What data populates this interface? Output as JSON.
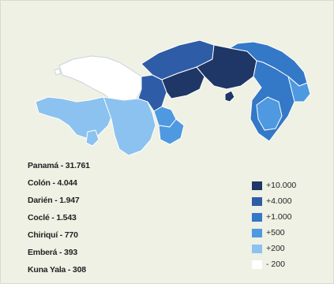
{
  "region_stats": [
    {
      "label": "Panamá - 31.761"
    },
    {
      "label": "Colón - 4.044"
    },
    {
      "label": "Darién - 1.947"
    },
    {
      "label": "Coclé - 1.543"
    },
    {
      "label": "Chiriquí - 770"
    },
    {
      "label": "Emberá - 393"
    },
    {
      "label": "Kuna Yala - 308"
    }
  ],
  "legend": [
    {
      "label": "+10.000",
      "color": "#1e3766"
    },
    {
      "label": "+4.000",
      "color": "#2f5ca6"
    },
    {
      "label": "+1.000",
      "color": "#3478c8"
    },
    {
      "label": "+500",
      "color": "#4e99e0"
    },
    {
      "label": "+200",
      "color": "#8cc2ef"
    },
    {
      "label": "- 200",
      "color": "#ffffff"
    }
  ],
  "colors": {
    "background": "#eef1e3",
    "border": "#d9dbd2",
    "region_stroke": "#9fb6cc"
  }
}
